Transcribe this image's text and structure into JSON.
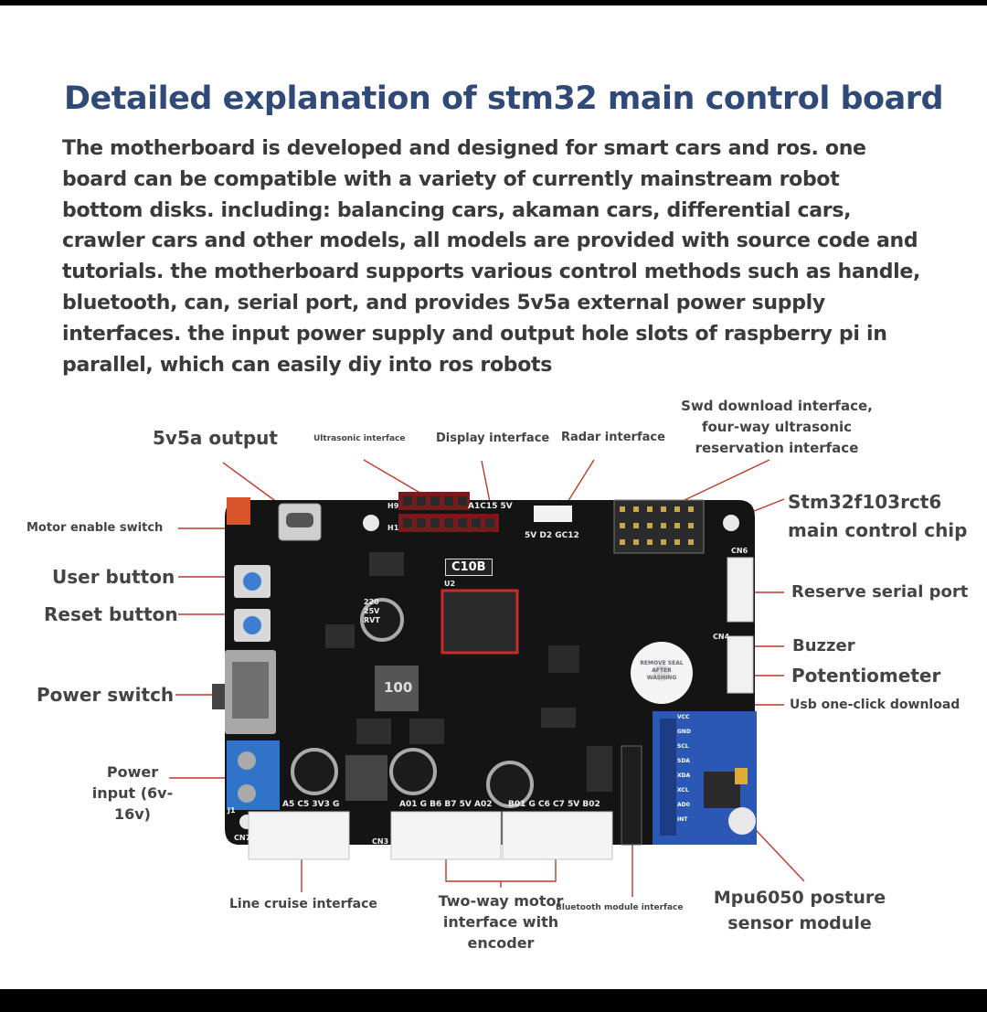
{
  "title": "Detailed explanation of stm32 main control board",
  "description": "The motherboard is developed and designed for smart cars and ros. one board can be compatible with a variety of currently mainstream robot bottom disks. including: balancing cars, akaman cars, differential cars, crawler cars and other models, all models are provided with source code and tutorials. the motherboard supports various control methods such as handle, bluetooth, can, serial port, and provides 5v5a external power supply interfaces. the input power supply and output hole slots of raspberry pi in parallel, which can easily diy into ros robots",
  "labels": {
    "output_5v5a": "5v5a output",
    "ultrasonic": "Ultrasonic interface",
    "display": "Display interface",
    "radar": "Radar interface",
    "swd": "Swd download interface, four-way ultrasonic reservation interface",
    "motor_enable": "Motor enable switch",
    "user_button": "User button",
    "reset_button": "Reset button",
    "power_switch": "Power switch",
    "power_input": "Power input (6v-16v)",
    "chip": "Stm32f103rct6 main control chip",
    "reserve_serial": "Reserve serial port",
    "buzzer": "Buzzer",
    "potentiometer": "Potentiometer",
    "usb_download": "Usb one-click download",
    "line_cruise": "Line cruise interface",
    "motor_interface": "Two-way motor interface with encoder",
    "bluetooth": "Bluetooth module interface",
    "mpu6050": "Mpu6050 posture sensor module"
  },
  "board_silkscreen": {
    "board_name": "C10B",
    "header_pins": "A1C15 5V",
    "radar_pins": "5V D2 GC12",
    "h9": "H9",
    "h1": "H1",
    "u2": "U2",
    "cap_220_a": "220 25V RVT",
    "inductor": "100",
    "bottom_pins_left": "A5 C5 3V3 G",
    "bottom_pins_mid": "A01 G B6 B7 5V A02",
    "bottom_pins_right": "B01 G C6 C7 5V B02",
    "cn7": "CN7",
    "cn3": "CN3",
    "j1": "J1",
    "cn6": "CN6",
    "cn4": "CN4",
    "buzzer_sticker": "REMOVE SEAL AFTER WASHING",
    "mpu_pins": [
      "VCC",
      "GND",
      "SCL",
      "SDA",
      "XDA",
      "XCL",
      "AD0",
      "INT"
    ]
  }
}
